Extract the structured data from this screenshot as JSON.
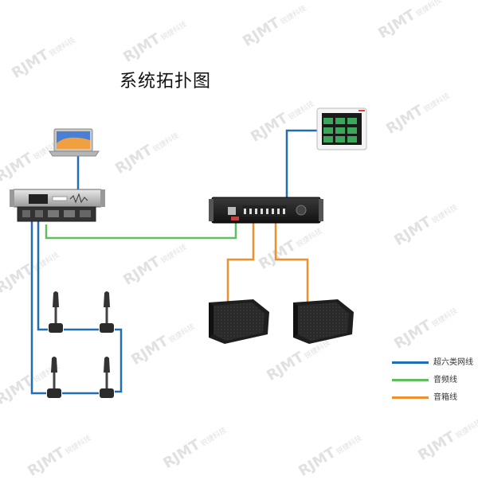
{
  "title": "系统拓扑图",
  "watermark": {
    "text": "RJMT",
    "sub": "锐捷科技"
  },
  "legend": [
    {
      "label": "超六类网线",
      "color": "#1f6fb2"
    },
    {
      "label": "音频线",
      "color": "#5fbf5f"
    },
    {
      "label": "音箱线",
      "color": "#ef8f2f"
    }
  ],
  "devices": {
    "laptop": "laptop-icon",
    "conference_host": "conference-host",
    "amplifier": "power-amplifier",
    "wall_panel": "control-panel",
    "microphones": [
      "microphone",
      "microphone",
      "microphone",
      "microphone"
    ],
    "speakers": [
      "speaker",
      "speaker"
    ]
  },
  "colors": {
    "network": "#1f6fb2",
    "audio": "#5fbf5f",
    "speaker_cable": "#ef8f2f"
  }
}
